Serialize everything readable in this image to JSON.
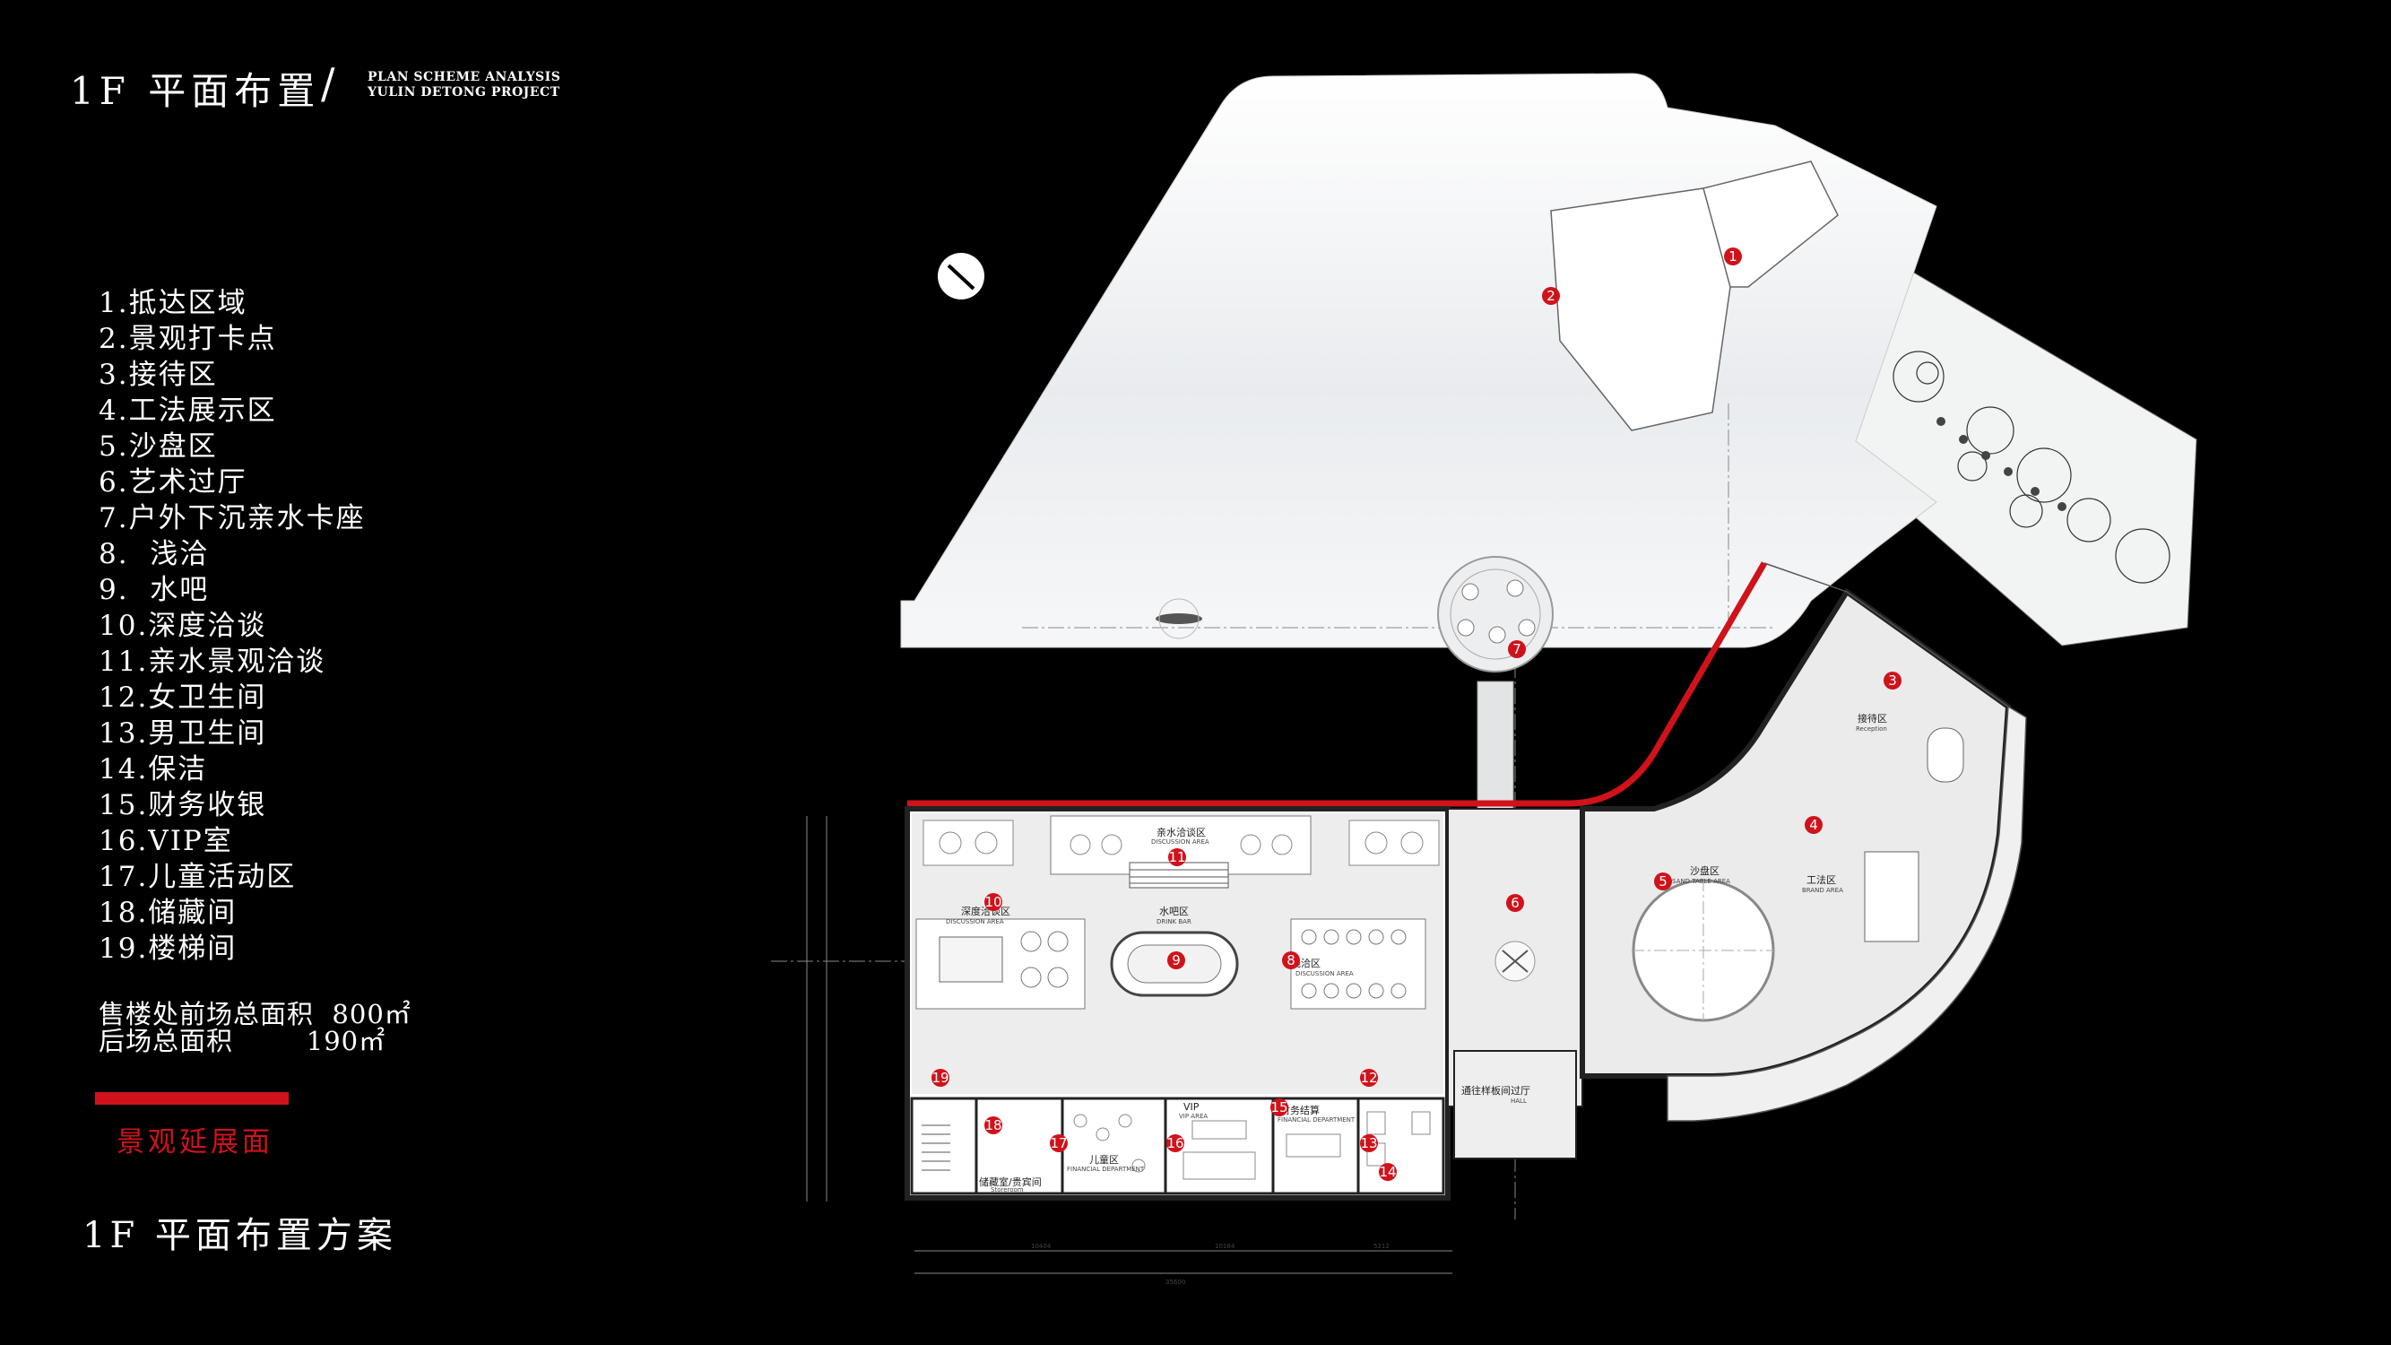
{
  "header": {
    "title": "1F 平面布置",
    "slash": "/",
    "subtitle_line1": "PLAN SCHEME ANALYSIS",
    "subtitle_line2": "YULIN DETONG PROJECT"
  },
  "legend": {
    "items": [
      "1.抵达区域",
      "2.景观打卡点",
      "3.接待区",
      "4.工法展示区",
      "5.沙盘区",
      "6.艺术过厅",
      "7.户外下沉亲水卡座",
      "8.  浅洽",
      "9.  水吧",
      "10.深度洽谈",
      "11.亲水景观洽谈",
      "12.女卫生间",
      "13.男卫生间",
      "14.保洁",
      "15.财务收银",
      "16.VIP室",
      "17.儿童活动区",
      "18.储藏间",
      "19.楼梯间"
    ]
  },
  "area": {
    "line1": "售楼处前场总面积  800㎡",
    "line2": "后场总面积        190㎡"
  },
  "key": {
    "red_line_label": "景观延展面",
    "red_color": "#d0121b"
  },
  "footer": {
    "title": "1F 平面布置方案"
  },
  "plan": {
    "markers": [
      "1",
      "2",
      "3",
      "4",
      "5",
      "6",
      "7",
      "8",
      "9",
      "10",
      "11",
      "12",
      "13",
      "14",
      "15",
      "16",
      "17",
      "18",
      "19"
    ],
    "room_labels": {
      "discussion": "亲水洽谈区",
      "discussion_en": "DISCUSSION AREA",
      "deep_talk": "深度洽谈区",
      "deep_talk_en": "DISCUSSION AREA",
      "drink": "水吧区",
      "drink_en": "DRINK BAR",
      "light_talk": "浅洽区",
      "light_talk_en": "DISCUSSION AREA",
      "reception": "接待区",
      "reception_en": "Reception",
      "sand_table": "沙盘区",
      "sand_table_en": "SAND TABLE AREA",
      "craft": "工法区",
      "craft_en": "BRAND AREA",
      "kids": "儿童区",
      "kids_en": "FINANCIAL DEPARTMENT",
      "vip": "VIP",
      "vip_en": "VIP AREA",
      "finance": "财务结算",
      "finance_en": "FINANCIAL DEPARTMENT",
      "storage": "储藏室/贵宾间",
      "storage_en": "Storeroom",
      "corridor": "通往样板间过厅",
      "corridor_en": "HALL"
    },
    "dimensions": {
      "d1": "10404",
      "d2": "10184",
      "d3": "5212",
      "total": "35600"
    }
  }
}
